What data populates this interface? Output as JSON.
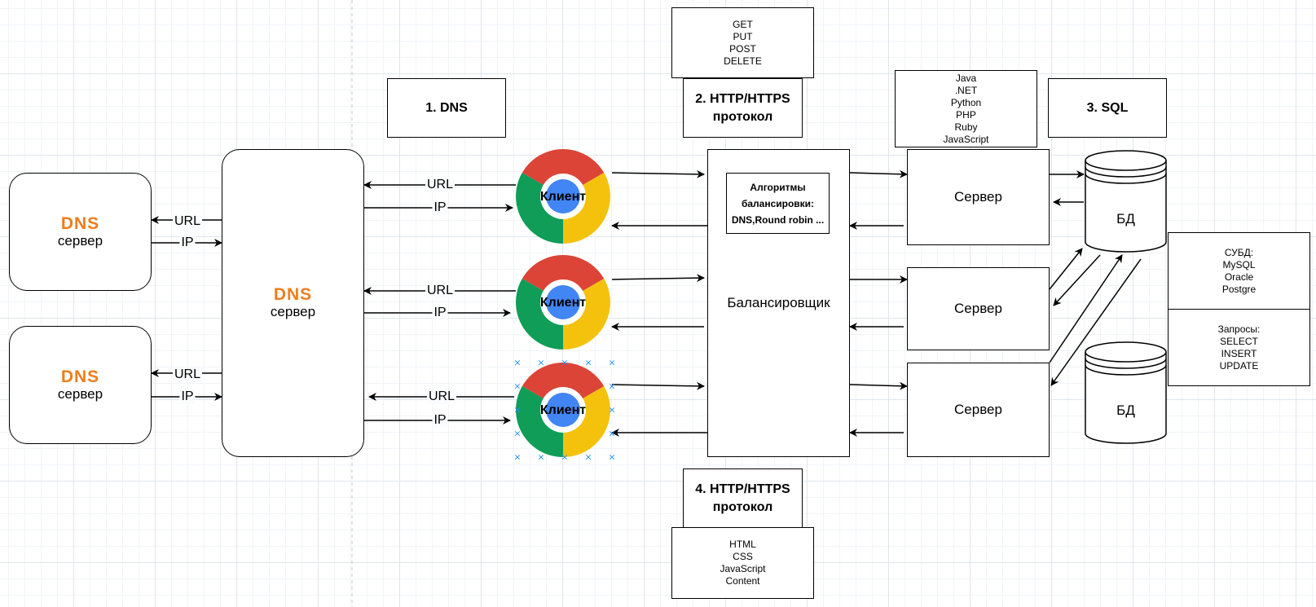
{
  "colors": {
    "dns_brand": "#ef7d1a",
    "chrome_red": "#db4437",
    "chrome_yellow": "#f4c20d",
    "chrome_green": "#0f9d58",
    "chrome_blue": "#4285f4",
    "selection": "#1e90ff"
  },
  "dns_small_1": {
    "logo": "DNS",
    "label": "сервер"
  },
  "dns_small_2": {
    "logo": "DNS",
    "label": "сервер"
  },
  "dns_main": {
    "logo": "DNS",
    "label": "сервер"
  },
  "edge_labels": {
    "url": "URL",
    "ip": "IP"
  },
  "step_dns": "1. DNS",
  "step_http_request": {
    "line1": "2. HTTP/HTTPS",
    "line2": "протокол"
  },
  "http_methods": [
    "GET",
    "PUT",
    "POST",
    "DELETE"
  ],
  "step_sql": "3. SQL",
  "languages": [
    "Java",
    ".NET",
    "Python",
    "PHP",
    "Ruby",
    "JavaScript"
  ],
  "clients": [
    {
      "label": "Клиент",
      "icon": "chrome-icon"
    },
    {
      "label": "Клиент",
      "icon": "chrome-icon"
    },
    {
      "label": "Клиент",
      "icon": "chrome-icon",
      "selected": true
    }
  ],
  "balancer": {
    "label": "Балансировщик",
    "algorithms": {
      "line1": "Алгоритмы",
      "line2": "балансировки:",
      "line3": "DNS,Round robin ..."
    }
  },
  "servers": [
    "Сервер",
    "Сервер",
    "Сервер"
  ],
  "databases": [
    "БД",
    "БД"
  ],
  "dbms": {
    "title": "СУБД:",
    "items": [
      "MySQL",
      "Oracle",
      "Postgre"
    ]
  },
  "queries": {
    "title": "Запросы:",
    "items": [
      "SELECT",
      "INSERT",
      "UPDATE"
    ]
  },
  "step_http_response": {
    "line1": "4. HTTP/HTTPS",
    "line2": "протокол"
  },
  "response_content": [
    "HTML",
    "CSS",
    "JavaScript",
    "Content"
  ]
}
